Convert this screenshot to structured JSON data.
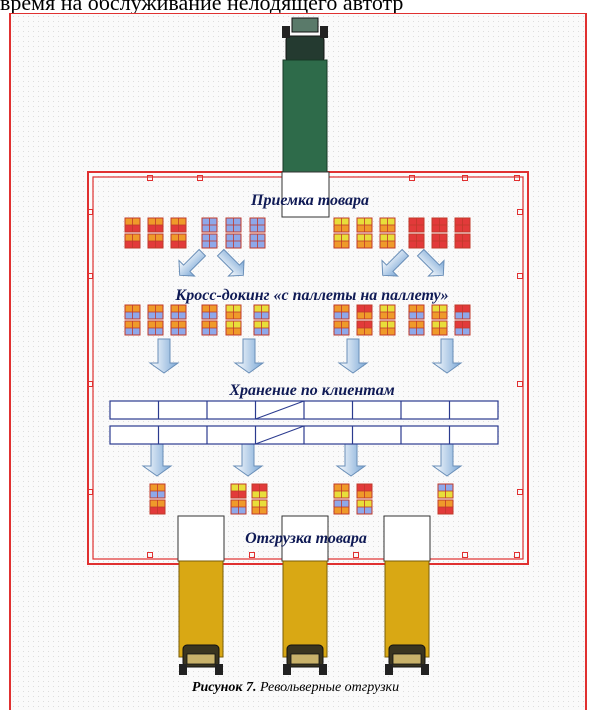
{
  "header_text": "время на обслуживание нелодящего автотр",
  "diagram": {
    "receiving_label": "Приемка товара",
    "crossdock_label": "Кросс-докинг «с паллеты на паллету»",
    "storage_label": "Хранение по клиентам",
    "shipping_label": "Отгрузка товара"
  },
  "caption": {
    "figure_number": "Рисунок 7.",
    "title": "Револьверные отгрузки"
  },
  "colors": {
    "frame_red": "#e03030",
    "truck_green": "#2e6b4a",
    "truck_yellow": "#d9a814",
    "pallet_orange": "#ef9a2a",
    "pallet_red": "#e23a3a",
    "pallet_blue": "#8ea8ea",
    "pallet_yellow": "#e8de3a",
    "arrow_blue": "#7aa7d6",
    "label_navy": "#0f1a55"
  }
}
